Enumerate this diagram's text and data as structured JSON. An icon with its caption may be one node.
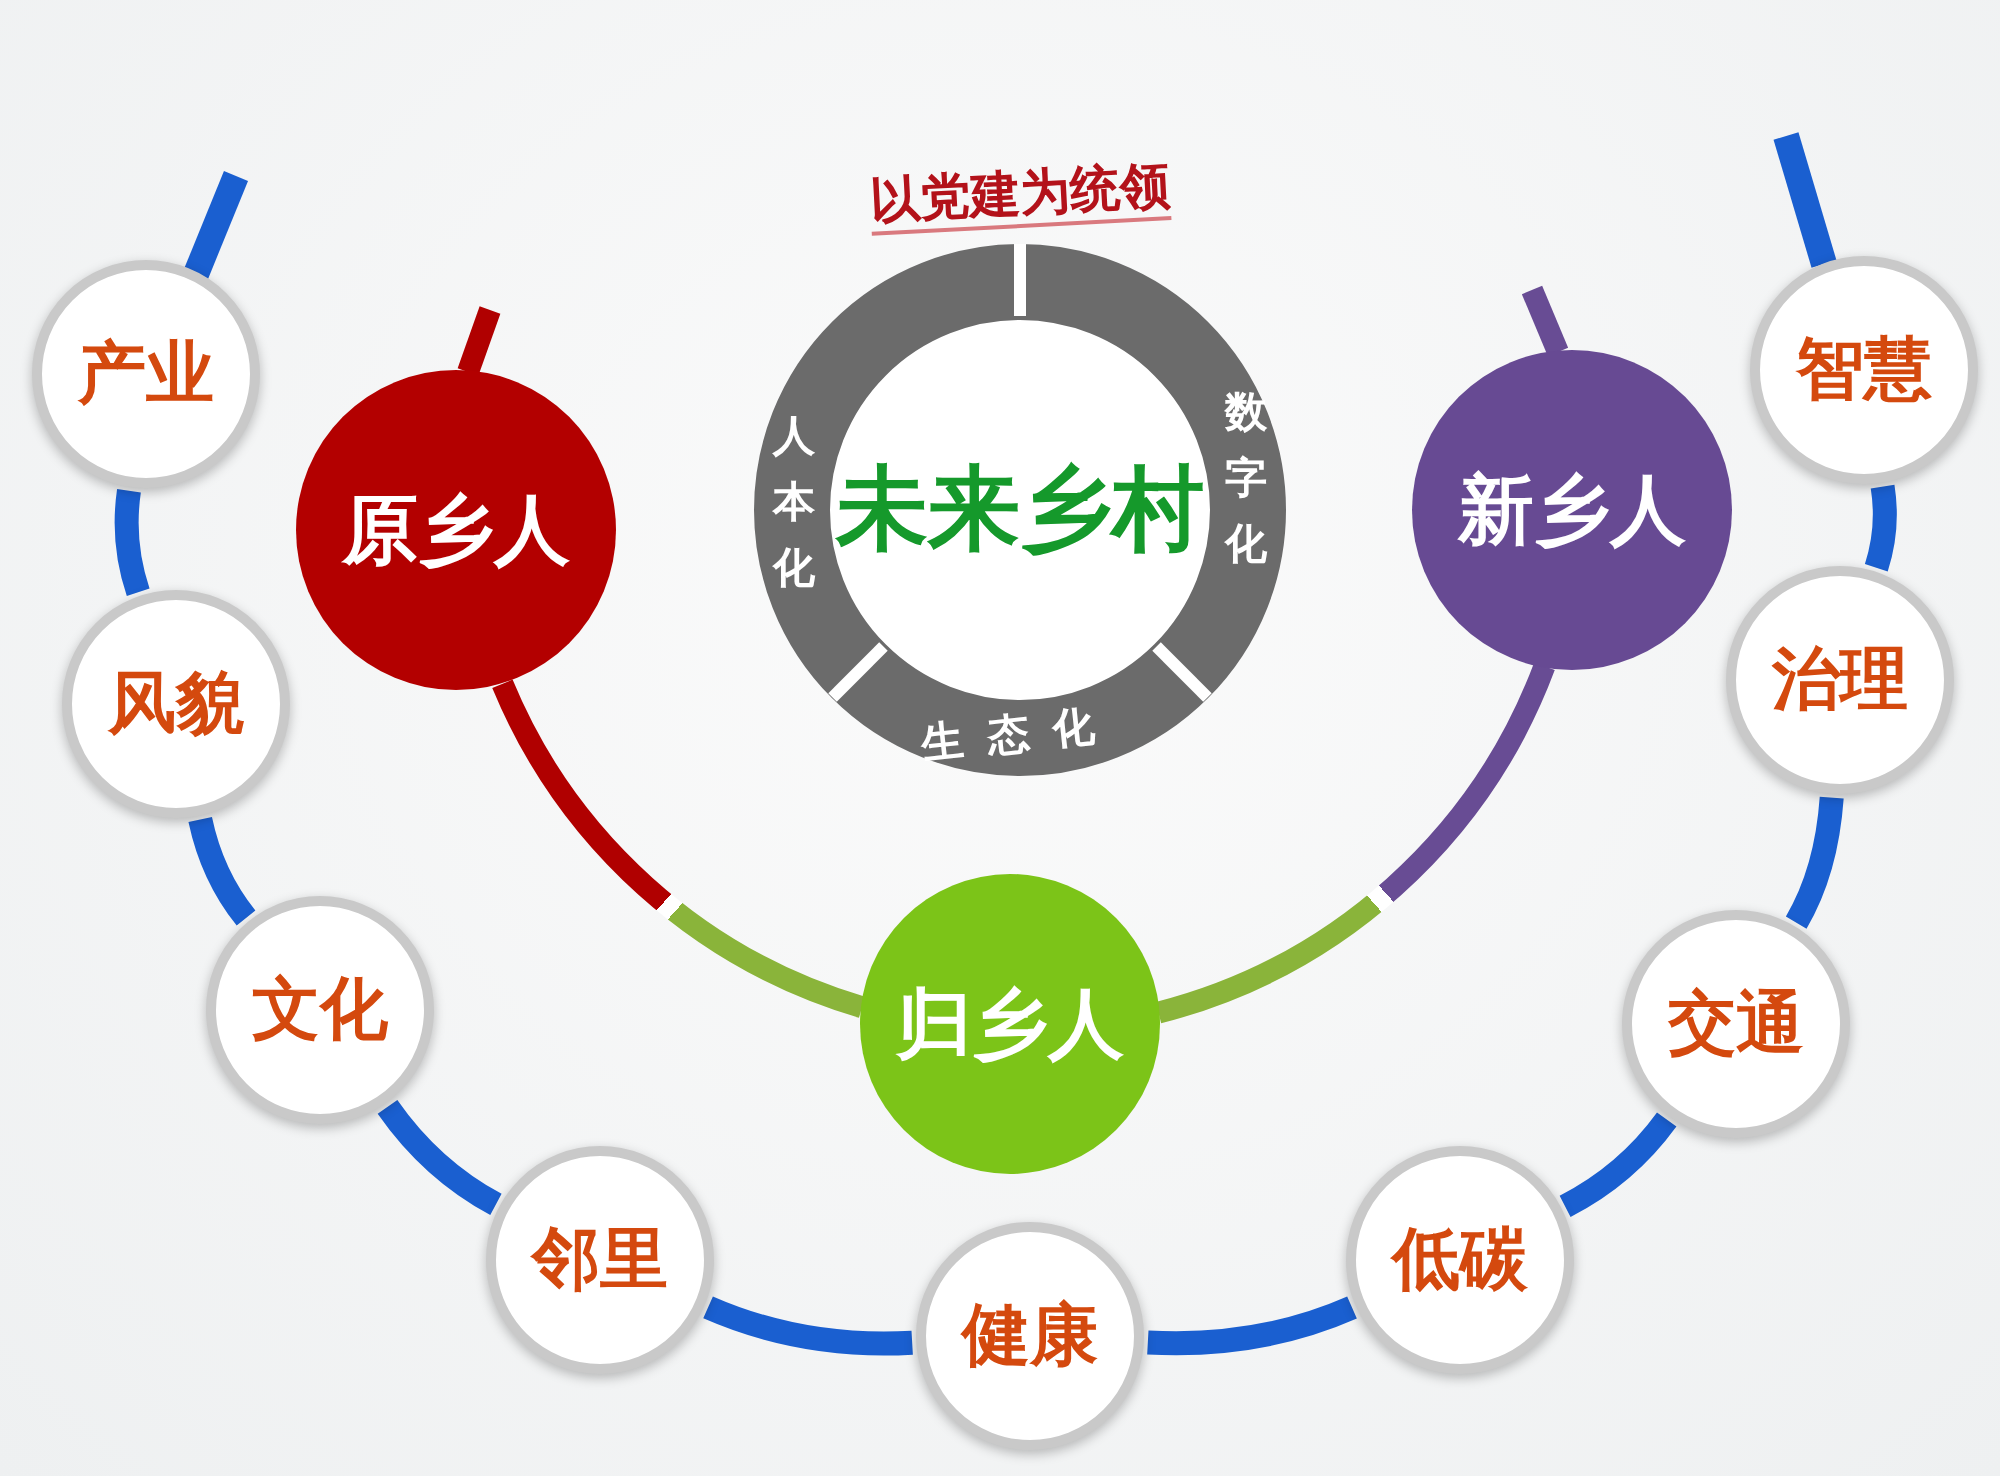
{
  "diagram": {
    "nodes": [
      {
        "text": [
          "以党建为统领",
          "未来乡村",
          "人本化",
          "数字化",
          "生态化"
        ]
      },
      {
        "text": [
          "原乡人"
        ]
      },
      {
        "text": [
          "新乡人"
        ]
      },
      {
        "text": [
          "归乡人"
        ]
      },
      {
        "text": [
          "产业"
        ]
      },
      {
        "text": [
          "风貌"
        ]
      },
      {
        "text": [
          "文化"
        ]
      },
      {
        "text": [
          "邻里"
        ]
      },
      {
        "text": [
          "健康"
        ]
      },
      {
        "text": [
          "低碳"
        ]
      },
      {
        "text": [
          "交通"
        ]
      },
      {
        "text": [
          "治理"
        ]
      },
      {
        "text": [
          "智慧"
        ]
      }
    ],
    "edges": [
      {
        "from": 1,
        "to": 3,
        "arrow": "none",
        "color": "#b00000"
      },
      {
        "from": 3,
        "to": 2,
        "arrow": "none",
        "color": "#684c94"
      },
      {
        "from": 4,
        "to": 5,
        "arrow": "none"
      },
      {
        "from": 5,
        "to": 6,
        "arrow": "none"
      },
      {
        "from": 6,
        "to": 7,
        "arrow": "none"
      },
      {
        "from": 7,
        "to": 8,
        "arrow": "none"
      },
      {
        "from": 8,
        "to": 9,
        "arrow": "none"
      },
      {
        "from": 9,
        "to": 10,
        "arrow": "none"
      },
      {
        "from": 10,
        "to": 11,
        "arrow": "none"
      },
      {
        "from": 11,
        "to": 12,
        "arrow": "none"
      }
    ]
  }
}
